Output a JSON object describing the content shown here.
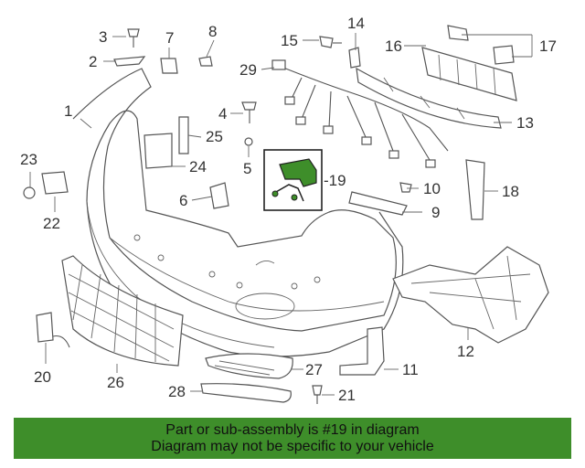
{
  "callouts": {
    "c1": "1",
    "c2": "2",
    "c3": "3",
    "c4": "4",
    "c5": "5",
    "c6": "6",
    "c7": "7",
    "c8": "8",
    "c9": "9",
    "c10": "10",
    "c11": "11",
    "c12": "12",
    "c13": "13",
    "c14": "14",
    "c15": "15",
    "c16": "16",
    "c17": "17",
    "c18": "18",
    "c19": "-19",
    "c20": "20",
    "c21": "21",
    "c22": "22",
    "c23": "23",
    "c24": "24",
    "c25": "25",
    "c26": "26",
    "c27": "27",
    "c28": "28",
    "c29": "29"
  },
  "colors": {
    "highlight": "#3e8e2a",
    "banner": "#3e8e2a",
    "line": "#555555"
  },
  "banner": {
    "line1": "Part or sub-assembly is #19 in diagram",
    "line2": "Diagram may not be specific to your vehicle"
  }
}
